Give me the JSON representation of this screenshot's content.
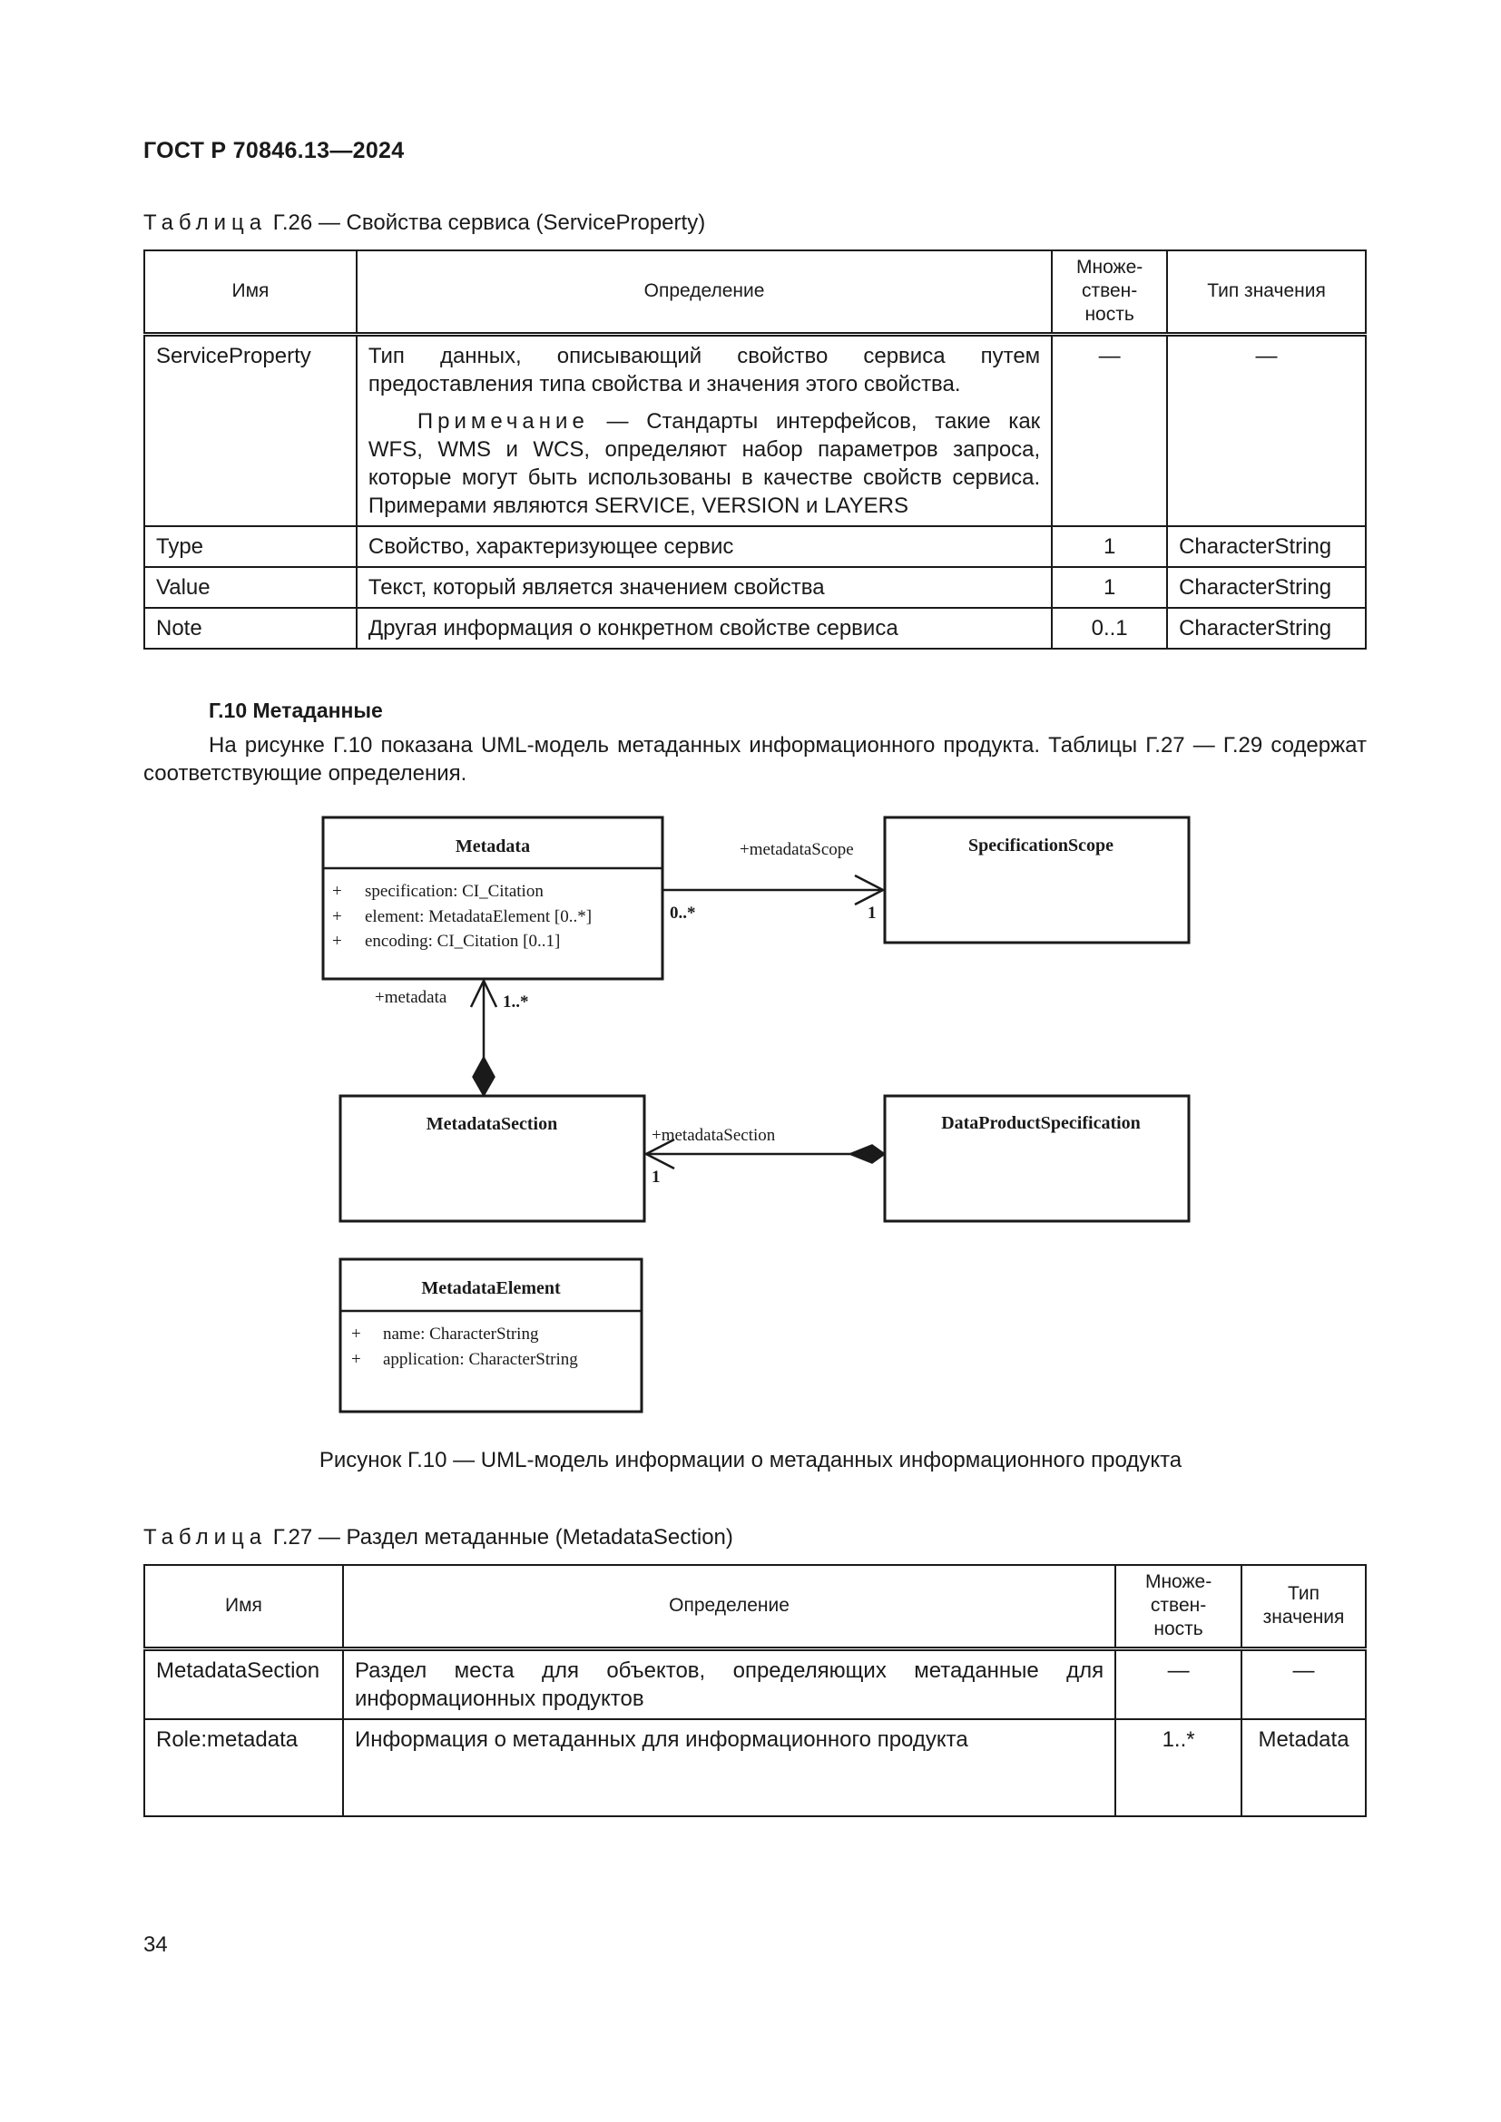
{
  "doc": {
    "standard": "ГОСТ Р 70846.13—2024",
    "page_number": "34"
  },
  "table26": {
    "caption_word": "Таблица",
    "caption_rest": "Г.26 — Свойства сервиса (ServiceProperty)",
    "headers": [
      "Имя",
      "Определение",
      "Множе-ствен-ность",
      "Тип значения"
    ],
    "rows": [
      {
        "name": "ServiceProperty",
        "def": "Тип данных, описывающий свойство сервиса путем предоставления типа свойства и значения этого свойства.",
        "note_word": "Примечание",
        "note_text": " — Стандарты интерфейсов, такие как WFS, WMS и WCS, определяют набор параметров запроса, которые могут быть использованы в качестве свойств сервиса. Примерами являются SERVICE, VERSION и LAYERS",
        "mult": "—",
        "type": "—"
      },
      {
        "name": "Type",
        "def": "Свойство, характеризующее сервис",
        "mult": "1",
        "type": "CharacterString"
      },
      {
        "name": "Value",
        "def": "Текст, который является значением свойства",
        "mult": "1",
        "type": "CharacterString"
      },
      {
        "name": "Note",
        "def": "Другая информация о конкретном свойстве сервиса",
        "mult": "0..1",
        "type": "CharacterString"
      }
    ]
  },
  "section": {
    "heading": "Г.10 Метаданные",
    "paragraph": "На рисунке Г.10 показана UML-модель метаданных информационного продукта. Таблицы Г.27 — Г.29 содержат соответствующие определения."
  },
  "diagram": {
    "metadata": {
      "name": "Metadata",
      "attrs": [
        "specification: CI_Citation",
        "element: MetadataElement [0..*]",
        "encoding: CI_Citation [0..1]"
      ]
    },
    "spec_scope": {
      "name": "SpecificationScope"
    },
    "metadata_section": {
      "name": "MetadataSection"
    },
    "data_product_spec": {
      "name": "DataProductSpecification"
    },
    "metadata_element": {
      "name": "MetadataElement",
      "attrs": [
        "name: CharacterString",
        "application: CharacterString"
      ]
    },
    "plus": "+",
    "assoc_scope": {
      "role": "+metadataScope",
      "src_mult": "0..*",
      "dst_mult": "1"
    },
    "assoc_metadata": {
      "role": "+metadata",
      "mult": "1..*"
    },
    "assoc_section": {
      "role": "+metadataSection",
      "mult": "1"
    }
  },
  "figure_caption": "Рисунок Г.10 — UML-модель информации о метаданных информационного продукта",
  "table27": {
    "caption_word": "Таблица",
    "caption_rest": "Г.27 — Раздел метаданные (MetadataSection)",
    "headers": [
      "Имя",
      "Определение",
      "Множе-ствен-ность",
      "Тип значения"
    ],
    "rows": [
      {
        "name": "MetadataSection",
        "def": "Раздел места для объектов, определяющих метаданные для информационных продуктов",
        "mult": "—",
        "type": "—"
      },
      {
        "name": "Role:metadata",
        "def": "Информация о метаданных для информационного продукта",
        "mult": "1..*",
        "type": "Metadata"
      }
    ]
  }
}
